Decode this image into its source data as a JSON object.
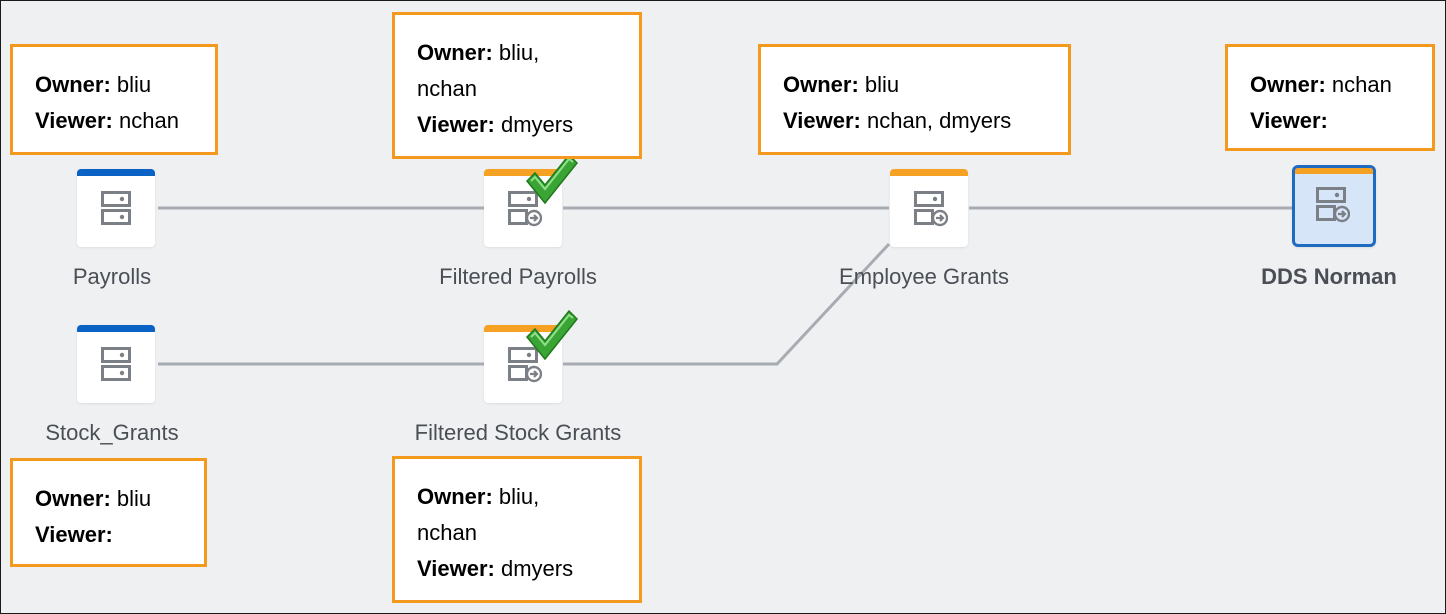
{
  "nodes": {
    "payrolls": {
      "label": "Payrolls",
      "kind": "source",
      "icon": "database-icon"
    },
    "stock_grants": {
      "label": "Stock_Grants",
      "kind": "source",
      "icon": "database-icon"
    },
    "filtered_payrolls": {
      "label": "Filtered Payrolls",
      "kind": "derived",
      "icon": "database-export-icon",
      "badge": "checkmark-icon"
    },
    "filtered_stock_grants": {
      "label": "Filtered Stock Grants",
      "kind": "derived",
      "icon": "database-export-icon",
      "badge": "checkmark-icon"
    },
    "employee_grants": {
      "label": "Employee Grants",
      "kind": "derived",
      "icon": "database-export-icon"
    },
    "dds_norman": {
      "label": "DDS Norman",
      "kind": "derived",
      "selected": true,
      "icon": "database-export-icon"
    }
  },
  "edges": [
    [
      "payrolls",
      "filtered_payrolls"
    ],
    [
      "filtered_payrolls",
      "employee_grants"
    ],
    [
      "employee_grants",
      "dds_norman"
    ],
    [
      "stock_grants",
      "filtered_stock_grants"
    ],
    [
      "filtered_stock_grants",
      "employee_grants"
    ]
  ],
  "permissions": {
    "owner_label": "Owner:",
    "viewer_label": "Viewer:",
    "payrolls": {
      "owner_line1": "bliu",
      "owner_line2": "",
      "viewer": "nchan"
    },
    "filtered_payrolls": {
      "owner_line1": "bliu,",
      "owner_line2": "nchan",
      "viewer": "dmyers"
    },
    "employee_grants": {
      "owner_line1": "bliu",
      "owner_line2": "",
      "viewer": "nchan, dmyers"
    },
    "dds_norman": {
      "owner_line1": "nchan",
      "owner_line2": "",
      "viewer": ""
    },
    "stock_grants": {
      "owner_line1": "bliu",
      "owner_line2": "",
      "viewer": ""
    },
    "filtered_stock_grants": {
      "owner_line1": "bliu,",
      "owner_line2": "nchan",
      "viewer": "dmyers"
    }
  },
  "colors": {
    "source_bar": "#0b62c4",
    "derived_bar": "#f5a124",
    "selected_fill": "#d6e6f8",
    "selected_border": "#1f6bc2",
    "callout_border": "#f39a1e",
    "edge": "#a7abb2",
    "icon": "#7b7f86",
    "check": "#3aa434"
  }
}
